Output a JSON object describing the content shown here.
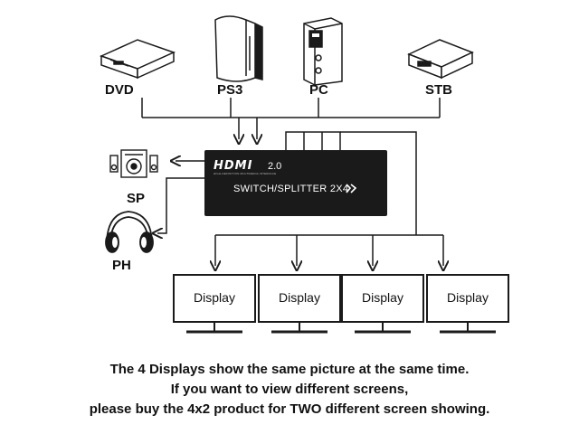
{
  "sources": {
    "dvd_label": "DVD",
    "ps3_label": "PS3",
    "pc_label": "PC",
    "stb_label": "STB"
  },
  "outputs": {
    "speaker_label": "SP",
    "headphone_label": "PH"
  },
  "switch": {
    "logo": "HDMI",
    "version": "2.0",
    "tagline": "HIGH-DEFINITION MULTIMEDIA INTERFACE",
    "model": "SWITCH/SPLITTER 2X4"
  },
  "displays": [
    "Display",
    "Display",
    "Display",
    "Display"
  ],
  "caption": {
    "line1": "The 4 Displays show the same picture at the same time.",
    "line2": "If you want to view different screens,",
    "line3": "please buy the 4x2 product for TWO different screen showing."
  },
  "colors": {
    "line": "#1a1a1a",
    "switch_body": "#1a1a1a"
  },
  "icons": [
    "dvd-player-icon",
    "ps3-console-icon",
    "pc-tower-icon",
    "set-top-box-icon",
    "speaker-system-icon",
    "headphones-icon",
    "display-monitor-icon"
  ]
}
